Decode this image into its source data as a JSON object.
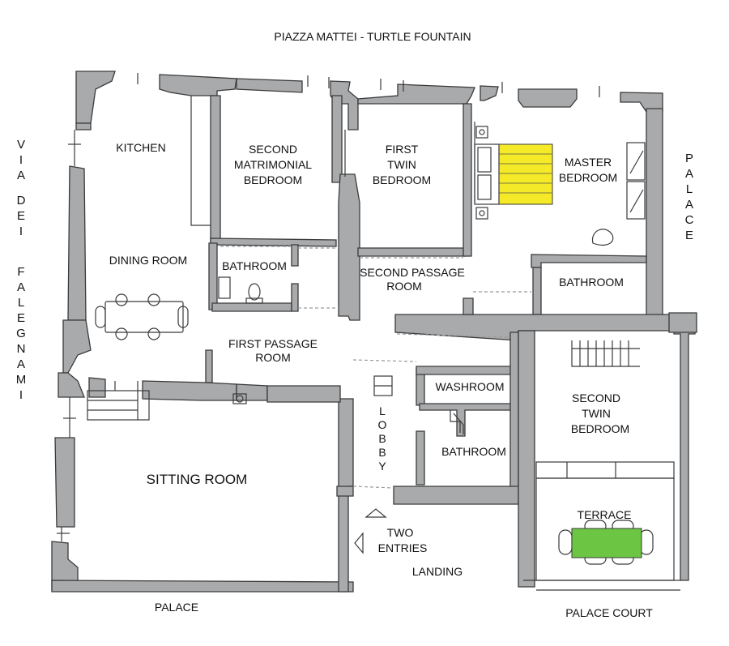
{
  "title": "PIAZZA MATTEI - TURTLE FOUNTAIN",
  "left_street": [
    "VIA",
    "DEI",
    "FALEGNAMI"
  ],
  "right_side": "PALACE",
  "bottom_left": "PALACE",
  "bottom_right": "PALACE COURT",
  "rooms": {
    "kitchen": "KITCHEN",
    "second_matrimonial": [
      "SECOND",
      "MATRIMONIAL",
      "BEDROOM"
    ],
    "first_twin": [
      "FIRST",
      "TWIN",
      "BEDROOM"
    ],
    "master": [
      "MASTER",
      "BEDROOM"
    ],
    "dining": "DINING ROOM",
    "bathroom_1": "BATHROOM",
    "second_passage": [
      "SECOND PASSAGE",
      "ROOM"
    ],
    "bathroom_master": "BATHROOM",
    "first_passage": [
      "FIRST PASSAGE",
      "ROOM"
    ],
    "washroom": "WASHROOM",
    "lobby": "LOBBY",
    "bathroom_2": "BATHROOM",
    "second_twin": [
      "SECOND",
      "TWIN",
      "BEDROOM"
    ],
    "sitting": "SITTING ROOM",
    "terrace": "TERRACE",
    "entries": [
      "TWO",
      "ENTRIES"
    ],
    "landing": "LANDING"
  },
  "colors": {
    "wall": "#a9aaac",
    "bed": "#f4ea28",
    "terrace_table": "#6cc644"
  }
}
